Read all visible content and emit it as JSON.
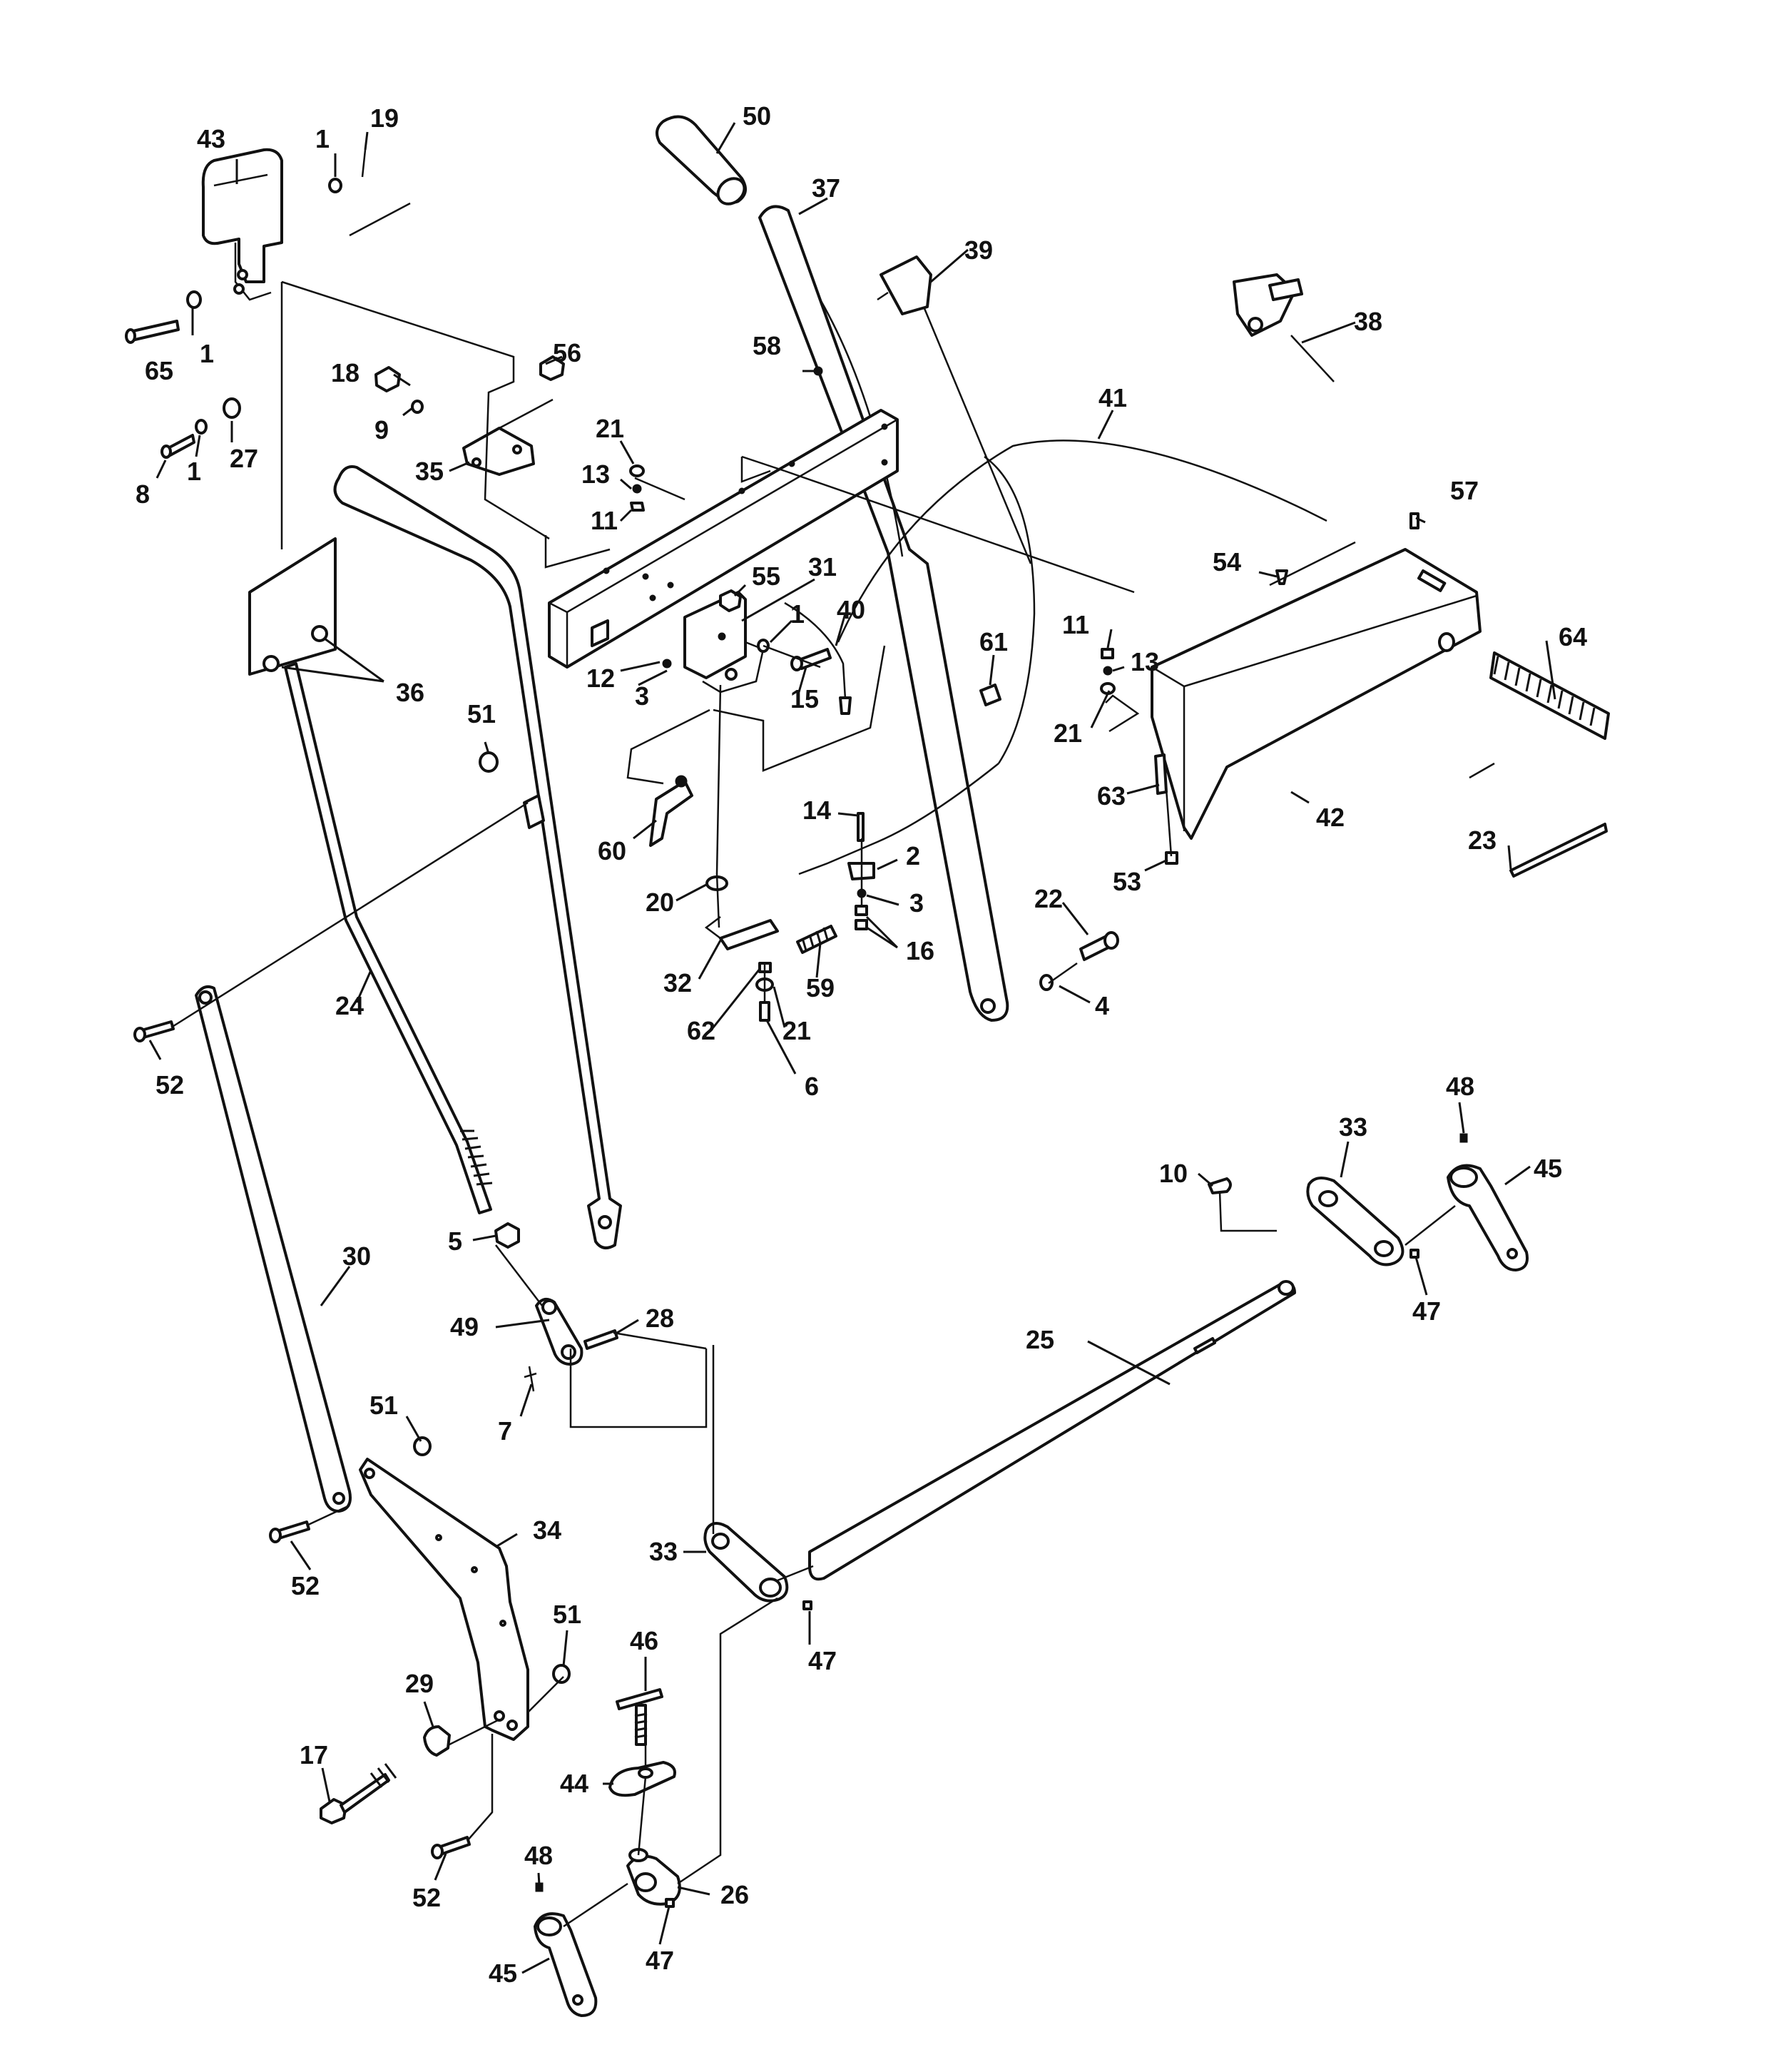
{
  "diagram": {
    "part_numbers": [
      "43",
      "1",
      "19",
      "50",
      "37",
      "39",
      "38",
      "65",
      "1",
      "18",
      "56",
      "9",
      "58",
      "41",
      "8",
      "1",
      "27",
      "35",
      "21",
      "13",
      "11",
      "57",
      "54",
      "55",
      "31",
      "1",
      "40",
      "61",
      "11",
      "13",
      "12",
      "3",
      "15",
      "36",
      "21",
      "64",
      "51",
      "63",
      "42",
      "60",
      "14",
      "2",
      "20",
      "3",
      "23",
      "53",
      "22",
      "16",
      "32",
      "59",
      "4",
      "24",
      "62",
      "21",
      "52",
      "6",
      "48",
      "33",
      "10",
      "45",
      "5",
      "30",
      "28",
      "49",
      "47",
      "7",
      "25",
      "51",
      "34",
      "52",
      "33",
      "47",
      "51",
      "46",
      "29",
      "17",
      "44",
      "52",
      "48",
      "26",
      "47",
      "45"
    ]
  }
}
